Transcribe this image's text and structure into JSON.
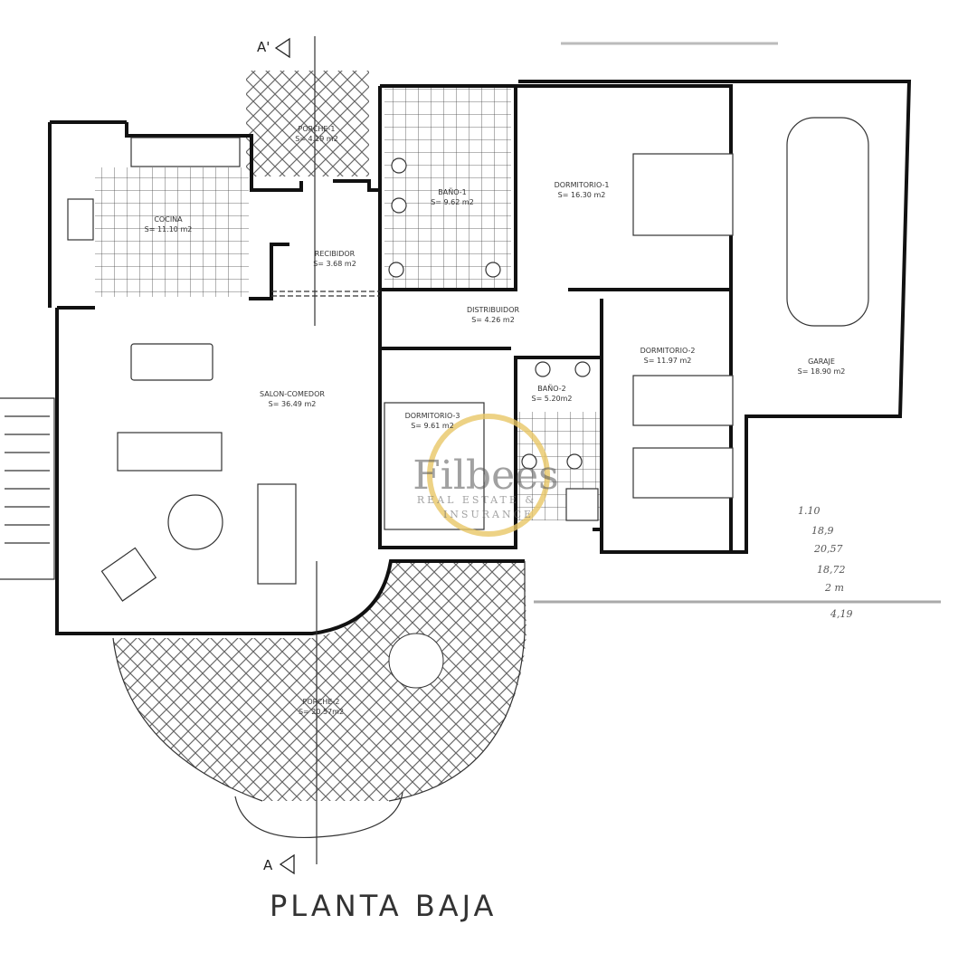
{
  "section_marks": {
    "top": "A'",
    "bottom": "A"
  },
  "rooms": [
    {
      "name": "PORCHE-1",
      "area": "S= 4.19 m2"
    },
    {
      "name": "COCINA",
      "area": "S= 11.10 m2"
    },
    {
      "name": "RECIBIDOR",
      "area": "S= 3.68 m2"
    },
    {
      "name": "BAÑO-1",
      "area": "S= 9.62 m2"
    },
    {
      "name": "DORMITORIO-1",
      "area": "S= 16.30 m2"
    },
    {
      "name": "DISTRIBUIDOR",
      "area": "S= 4.26 m2"
    },
    {
      "name": "SALON-COMEDOR",
      "area": "S= 36.49 m2"
    },
    {
      "name": "DORMITORIO-2",
      "area": "S= 11.97 m2"
    },
    {
      "name": "GARAJE",
      "area": "S= 18.90 m2"
    },
    {
      "name": "BAÑO-2",
      "area": "S= 5.20m2"
    },
    {
      "name": "DORMITORIO-3",
      "area": "S= 9.61 m2"
    },
    {
      "name": "PORCHE-2",
      "area": "S= 20.57m2"
    }
  ],
  "handwritten_notes": [
    "1.10",
    "18,9",
    "20,57",
    "18,72",
    "2 m",
    "4,19"
  ],
  "title": "PLANTA BAJA",
  "watermark": {
    "brand": "Filbees",
    "line1": "REAL ESTATE &",
    "line2": "INSURANCE",
    "ring_color": "#e8c766"
  }
}
